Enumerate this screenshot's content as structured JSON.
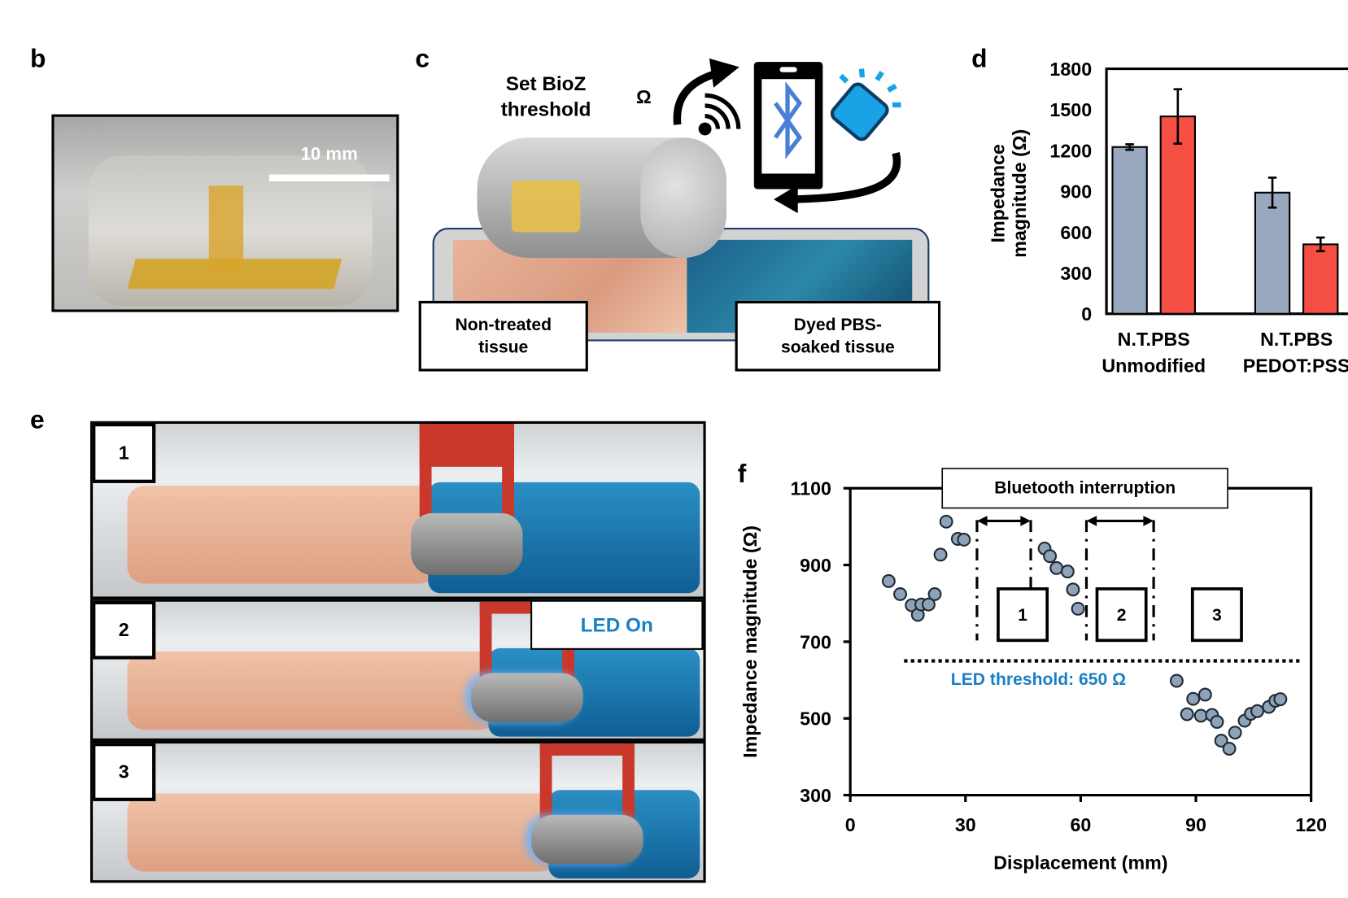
{
  "panels": {
    "b": {
      "label": "b",
      "scale_bar": "10 mm"
    },
    "c": {
      "label": "c",
      "title_line1": "Set BioZ",
      "title_line2": "threshold",
      "omega": "Ω",
      "left_box_line1": "Non-treated",
      "left_box_line2": "tissue",
      "right_box_line1": "Dyed PBS-",
      "right_box_line2": "soaked tissue"
    },
    "d": {
      "label": "d"
    },
    "e": {
      "label": "e",
      "frames": [
        "1",
        "2",
        "3"
      ],
      "led_label": "LED On"
    },
    "f": {
      "label": "f"
    }
  },
  "colors": {
    "grey_bar": "#97a8bf",
    "red_bar": "#f44f42",
    "point": "#8fa3b8",
    "threshold_text": "#1a7fc4",
    "tissue_blue": "#1f7fb8",
    "tissue_pink": "#e8b49b",
    "gripper_red": "#c9382a"
  },
  "icons": [
    "bluetooth-icon",
    "phone-icon",
    "wifi-signal-icon",
    "led-icon",
    "arrow-icon"
  ],
  "chart_data": [
    {
      "type": "bar",
      "panel": "d",
      "ylabel_line1": "Impedance",
      "ylabel_line2": "magnitude (Ω)",
      "ylim": [
        0,
        1800
      ],
      "yticks": [
        0,
        300,
        600,
        900,
        1200,
        1500,
        1800
      ],
      "categories": [
        {
          "line1": "N.T.PBS",
          "line2": "Unmodified"
        },
        {
          "line1": "N.T.PBS",
          "line2": "PEDOT:PSS"
        }
      ],
      "series": [
        {
          "color": "#97a8bf",
          "values": [
            1225,
            890
          ],
          "errors": [
            20,
            110
          ]
        },
        {
          "color": "#f44f42",
          "values": [
            1450,
            510
          ],
          "errors": [
            200,
            50
          ]
        }
      ]
    },
    {
      "type": "scatter",
      "panel": "f",
      "xlabel": "Displacement (mm)",
      "ylabel": "Impedance magnitude (Ω)",
      "xlim": [
        0,
        120
      ],
      "ylim": [
        300,
        1100
      ],
      "xticks": [
        0,
        30,
        60,
        90,
        120
      ],
      "yticks": [
        300,
        500,
        700,
        900,
        1100
      ],
      "points": [
        [
          10,
          858
        ],
        [
          13,
          824
        ],
        [
          16,
          795
        ],
        [
          17.6,
          770
        ],
        [
          18.5,
          797
        ],
        [
          20.4,
          797
        ],
        [
          22,
          824
        ],
        [
          23.5,
          927
        ],
        [
          25,
          1013
        ],
        [
          28,
          968
        ],
        [
          29.6,
          966
        ],
        [
          50.6,
          943
        ],
        [
          52,
          923
        ],
        [
          53.7,
          892
        ],
        [
          56.6,
          883
        ],
        [
          58,
          836
        ],
        [
          59.3,
          786
        ],
        [
          85,
          598
        ],
        [
          87.7,
          511
        ],
        [
          89.3,
          551
        ],
        [
          91.3,
          507
        ],
        [
          92.4,
          562
        ],
        [
          94.2,
          509
        ],
        [
          95.5,
          491
        ],
        [
          96.6,
          442
        ],
        [
          98.7,
          421
        ],
        [
          100.2,
          463
        ],
        [
          102.7,
          494
        ],
        [
          104.3,
          512
        ],
        [
          106,
          519
        ],
        [
          109,
          530
        ],
        [
          110.7,
          546
        ],
        [
          112,
          550
        ]
      ],
      "threshold": {
        "value": 650,
        "label": "LED threshold: 650 Ω"
      },
      "interruption_label": "Bluetooth interruption",
      "interruptions": [
        [
          33,
          47
        ],
        [
          61.5,
          79
        ]
      ],
      "region_labels": [
        "1",
        "2",
        "3"
      ]
    }
  ]
}
